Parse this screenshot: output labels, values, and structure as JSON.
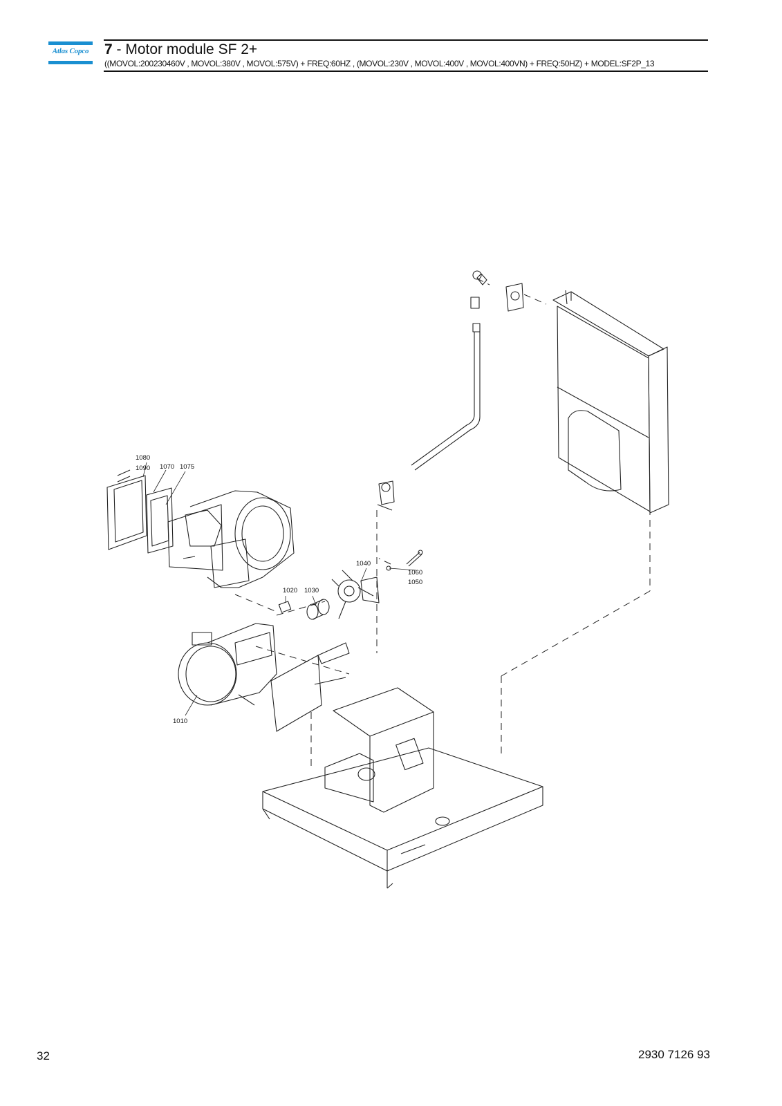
{
  "header": {
    "logo_text": "Atlas Copco",
    "section_number": "7",
    "section_title": " - Motor module SF 2+",
    "subtitle": "((MOVOL:200230460V , MOVOL:380V , MOVOL:575V) + FREQ:60HZ , (MOVOL:230V , MOVOL:400V , MOVOL:400VN) + FREQ:50HZ) + MODEL:SF2P_13"
  },
  "drawing": {
    "callouts": {
      "c1080": "1080",
      "c1090": "1090",
      "c1070": "1070",
      "c1075": "1075",
      "c1040": "1040",
      "c1060": "1060",
      "c1050": "1050",
      "c1020": "1020",
      "c1030": "1030",
      "c1010": "1010"
    }
  },
  "footer": {
    "page_number": "32",
    "document_number": "2930 7126 93"
  }
}
